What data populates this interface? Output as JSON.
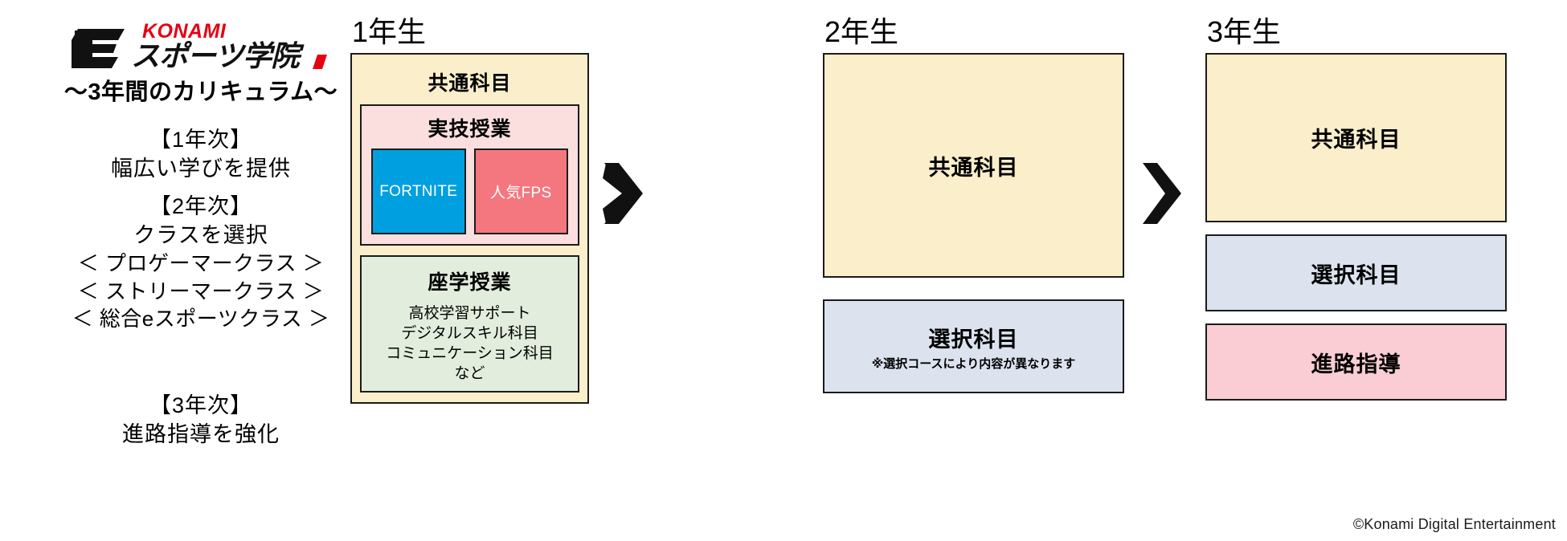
{
  "logo": {
    "brand": "KONAMI",
    "wordmark": "eスポーツ学院",
    "brand_color": "#E60012",
    "mark_color": "#111111"
  },
  "left_panel": {
    "curriculum_title": "〜3年間のカリキュラム〜",
    "blocks": [
      {
        "heading": "【1年次】",
        "lines": [
          "幅広い学びを提供"
        ],
        "options": []
      },
      {
        "heading": "【2年次】",
        "lines": [
          "クラスを選択"
        ],
        "options": [
          "＜ プロゲーマークラス ＞",
          "＜ ストリーマークラス ＞",
          "＜ 総合eスポーツクラス ＞"
        ]
      },
      {
        "heading": "【3年次】",
        "lines": [
          "進路指導を強化"
        ],
        "options": []
      }
    ]
  },
  "years": [
    {
      "label": "1年生",
      "outer_box": {
        "title": "共通科目",
        "color": "#FBEECB"
      },
      "practical": {
        "title": "実技授業",
        "color": "#FBDFDF",
        "tiles": [
          {
            "label": "FORTNITE",
            "color": "#00A0E0"
          },
          {
            "label": "人気FPS",
            "color": "#F4777F"
          }
        ]
      },
      "lecture": {
        "title": "座学授業",
        "color": "#E2EDDD",
        "items": [
          "高校学習サポート",
          "デジタルスキル科目",
          "コミュニケーション科目",
          "など"
        ]
      }
    },
    {
      "label": "2年生",
      "common": {
        "title": "共通科目",
        "color": "#FBEECB"
      },
      "elective": {
        "title": "選択科目",
        "note": "※選択コースにより内容が異なります",
        "color": "#DCE3EF"
      }
    },
    {
      "label": "3年生",
      "common": {
        "title": "共通科目",
        "color": "#FBEECB"
      },
      "elective": {
        "title": "選択科目",
        "color": "#DCE3EF"
      },
      "guidance": {
        "title": "進路指導",
        "color": "#FACDD4"
      }
    }
  ],
  "arrows": {
    "icon": "chevron-right-icon",
    "color": "#111111",
    "count": 2
  },
  "footer": {
    "copyright": "©Konami Digital Entertainment"
  }
}
